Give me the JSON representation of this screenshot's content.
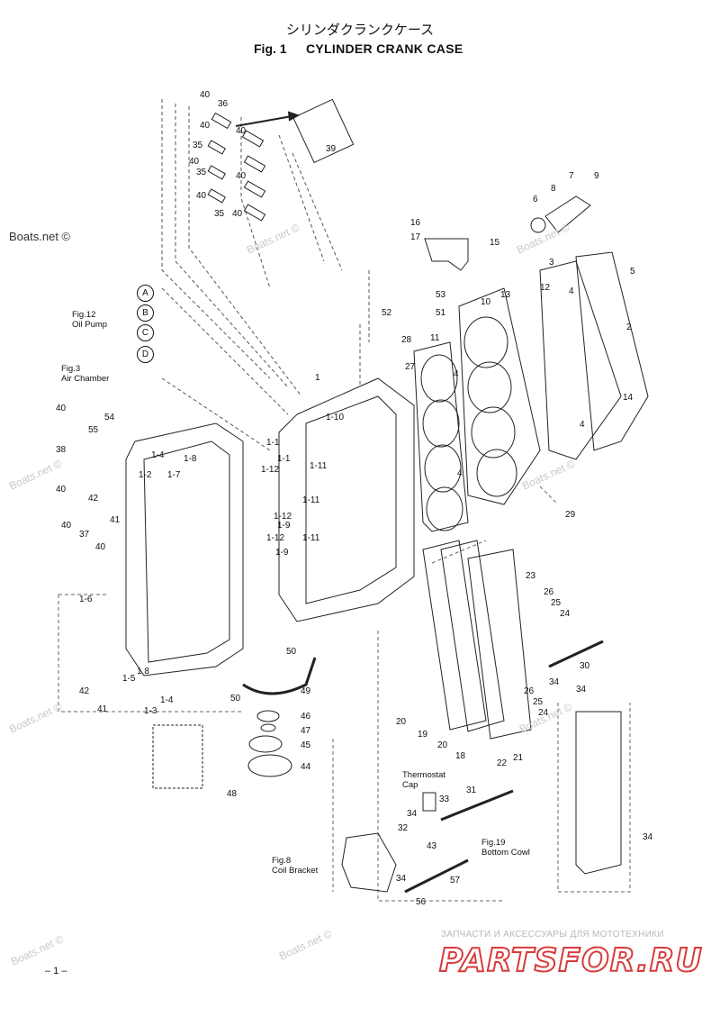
{
  "header": {
    "title_jp": "シリンダクランクケース",
    "fig_number": "Fig. 1",
    "title": "CYLINDER CRANK CASE"
  },
  "watermark": "Boats.net ©",
  "references": {
    "oil_pump": "Fig.12\nOil Pump",
    "air_chamber": "Fig.3\nAir Chamber",
    "coil_bracket": "Fig.8\nCoil Bracket",
    "bottom_cowl": "Fig.19\nBottom Cowl",
    "thermostat_cap": "Thermostat\nCap"
  },
  "connector_letters": [
    "A",
    "B",
    "C",
    "D"
  ],
  "part_labels": [
    {
      "id": "p40a",
      "t": "40"
    },
    {
      "id": "p36",
      "t": "36"
    },
    {
      "id": "p40b",
      "t": "40"
    },
    {
      "id": "p35a",
      "t": "35"
    },
    {
      "id": "p40c",
      "t": "40"
    },
    {
      "id": "p40d",
      "t": "40"
    },
    {
      "id": "p35b",
      "t": "35"
    },
    {
      "id": "p40e",
      "t": "40"
    },
    {
      "id": "p40f",
      "t": "40"
    },
    {
      "id": "p35c",
      "t": "35"
    },
    {
      "id": "p40g",
      "t": "40"
    },
    {
      "id": "p39",
      "t": "39"
    },
    {
      "id": "p16",
      "t": "16"
    },
    {
      "id": "p17",
      "t": "17"
    },
    {
      "id": "p15",
      "t": "15"
    },
    {
      "id": "p7",
      "t": "7"
    },
    {
      "id": "p9",
      "t": "9"
    },
    {
      "id": "p8",
      "t": "8"
    },
    {
      "id": "p6",
      "t": "6"
    },
    {
      "id": "p3",
      "t": "3"
    },
    {
      "id": "p5",
      "t": "5"
    },
    {
      "id": "p12",
      "t": "12"
    },
    {
      "id": "p13",
      "t": "13"
    },
    {
      "id": "p10",
      "t": "10"
    },
    {
      "id": "p4a",
      "t": "4"
    },
    {
      "id": "p2",
      "t": "2"
    },
    {
      "id": "p53",
      "t": "53"
    },
    {
      "id": "p52",
      "t": "52"
    },
    {
      "id": "p51",
      "t": "51"
    },
    {
      "id": "p28",
      "t": "28"
    },
    {
      "id": "p27",
      "t": "27"
    },
    {
      "id": "p11",
      "t": "11"
    },
    {
      "id": "p4b",
      "t": "4"
    },
    {
      "id": "p4c",
      "t": "4"
    },
    {
      "id": "p14",
      "t": "14"
    },
    {
      "id": "p4d",
      "t": "4"
    },
    {
      "id": "p29",
      "t": "29"
    },
    {
      "id": "p1",
      "t": "1"
    },
    {
      "id": "p1_10",
      "t": "1-10"
    },
    {
      "id": "p1_1a",
      "t": "1-1"
    },
    {
      "id": "p1_1b",
      "t": "1-1"
    },
    {
      "id": "p1_12a",
      "t": "1-12"
    },
    {
      "id": "p1_11a",
      "t": "1-11"
    },
    {
      "id": "p1_11b",
      "t": "1-11"
    },
    {
      "id": "p1_12b",
      "t": "1-12"
    },
    {
      "id": "p1_9a",
      "t": "1-9"
    },
    {
      "id": "p1_12c",
      "t": "1-12"
    },
    {
      "id": "p1_11c",
      "t": "1-11"
    },
    {
      "id": "p1_9b",
      "t": "1-9"
    },
    {
      "id": "p40h",
      "t": "40"
    },
    {
      "id": "p54",
      "t": "54"
    },
    {
      "id": "p55",
      "t": "55"
    },
    {
      "id": "p38",
      "t": "38"
    },
    {
      "id": "p40i",
      "t": "40"
    },
    {
      "id": "p42a",
      "t": "42"
    },
    {
      "id": "p41a",
      "t": "41"
    },
    {
      "id": "p1_4a",
      "t": "1-4"
    },
    {
      "id": "p1_8a",
      "t": "1-8"
    },
    {
      "id": "p1_2",
      "t": "1-2"
    },
    {
      "id": "p1_7",
      "t": "1-7"
    },
    {
      "id": "p40j",
      "t": "40"
    },
    {
      "id": "p37",
      "t": "37"
    },
    {
      "id": "p40k",
      "t": "40"
    },
    {
      "id": "p1_6",
      "t": "1-6"
    },
    {
      "id": "p50a",
      "t": "50"
    },
    {
      "id": "p50b",
      "t": "50"
    },
    {
      "id": "p49",
      "t": "49"
    },
    {
      "id": "p42b",
      "t": "42"
    },
    {
      "id": "p1_5",
      "t": "1-5"
    },
    {
      "id": "p1_8b",
      "t": "1 8"
    },
    {
      "id": "p1_4b",
      "t": "1-4"
    },
    {
      "id": "p1_3",
      "t": "1-3"
    },
    {
      "id": "p41b",
      "t": "41"
    },
    {
      "id": "p46",
      "t": "46"
    },
    {
      "id": "p47",
      "t": "47"
    },
    {
      "id": "p45",
      "t": "45"
    },
    {
      "id": "p44",
      "t": "44"
    },
    {
      "id": "p48",
      "t": "48"
    },
    {
      "id": "p23",
      "t": "23"
    },
    {
      "id": "p26a",
      "t": "26"
    },
    {
      "id": "p25a",
      "t": "25"
    },
    {
      "id": "p24a",
      "t": "24"
    },
    {
      "id": "p30",
      "t": "30"
    },
    {
      "id": "p34a",
      "t": "34"
    },
    {
      "id": "p34b",
      "t": "34"
    },
    {
      "id": "p26b",
      "t": "26"
    },
    {
      "id": "p25b",
      "t": "25"
    },
    {
      "id": "p24b",
      "t": "24"
    },
    {
      "id": "p20a",
      "t": "20"
    },
    {
      "id": "p19",
      "t": "19"
    },
    {
      "id": "p20b",
      "t": "20"
    },
    {
      "id": "p18",
      "t": "18"
    },
    {
      "id": "p22",
      "t": "22"
    },
    {
      "id": "p21",
      "t": "21"
    },
    {
      "id": "p33",
      "t": "33"
    },
    {
      "id": "p31",
      "t": "31"
    },
    {
      "id": "p34c",
      "t": "34"
    },
    {
      "id": "p32",
      "t": "32"
    },
    {
      "id": "p43",
      "t": "43"
    },
    {
      "id": "p34d",
      "t": "34"
    },
    {
      "id": "p34e",
      "t": "34"
    },
    {
      "id": "p57",
      "t": "57"
    },
    {
      "id": "p56",
      "t": "56"
    }
  ],
  "footer": {
    "page": "– 1 –",
    "shop_line": "ЗАПЧАСТИ И АКСЕССУАРЫ ДЛЯ МОТОТЕХНИКИ",
    "brand": "PARTSFOR.RU"
  }
}
